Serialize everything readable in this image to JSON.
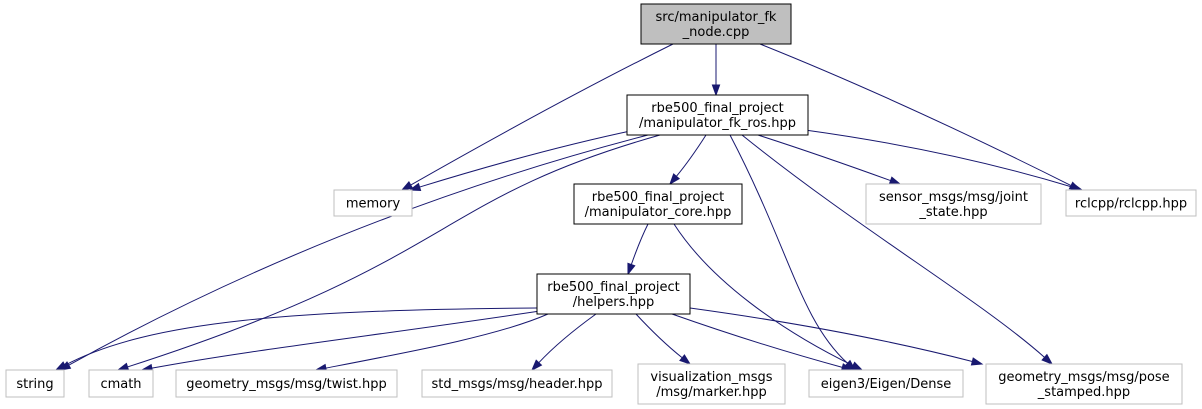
{
  "graph": {
    "colors": {
      "edge": "#191970",
      "root_fill": "#bfbfbf",
      "local_border": "#000000",
      "external_border": "#bfbfbf"
    },
    "nodes": [
      {
        "id": "fk_node",
        "kind": "root",
        "lines": [
          "src/manipulator_fk",
          "_node.cpp"
        ]
      },
      {
        "id": "fk_ros",
        "kind": "local",
        "lines": [
          "rbe500_final_project",
          "/manipulator_fk_ros.hpp"
        ]
      },
      {
        "id": "memory",
        "kind": "external",
        "lines": [
          "memory"
        ]
      },
      {
        "id": "core",
        "kind": "local",
        "lines": [
          "rbe500_final_project",
          "/manipulator_core.hpp"
        ]
      },
      {
        "id": "joint_state",
        "kind": "external",
        "lines": [
          "sensor_msgs/msg/joint",
          "_state.hpp"
        ]
      },
      {
        "id": "rclcpp",
        "kind": "external",
        "lines": [
          "rclcpp/rclcpp.hpp"
        ]
      },
      {
        "id": "helpers",
        "kind": "local",
        "lines": [
          "rbe500_final_project",
          "/helpers.hpp"
        ]
      },
      {
        "id": "string",
        "kind": "external",
        "lines": [
          "string"
        ]
      },
      {
        "id": "cmath",
        "kind": "external",
        "lines": [
          "cmath"
        ]
      },
      {
        "id": "twist",
        "kind": "external",
        "lines": [
          "geometry_msgs/msg/twist.hpp"
        ]
      },
      {
        "id": "header",
        "kind": "external",
        "lines": [
          "std_msgs/msg/header.hpp"
        ]
      },
      {
        "id": "marker",
        "kind": "external",
        "lines": [
          "visualization_msgs",
          "/msg/marker.hpp"
        ]
      },
      {
        "id": "eigen",
        "kind": "external",
        "lines": [
          "eigen3/Eigen/Dense"
        ]
      },
      {
        "id": "pose",
        "kind": "external",
        "lines": [
          "geometry_msgs/msg/pose",
          "_stamped.hpp"
        ]
      }
    ],
    "edges": [
      [
        "fk_node",
        "fk_ros"
      ],
      [
        "fk_node",
        "memory"
      ],
      [
        "fk_node",
        "rclcpp"
      ],
      [
        "fk_ros",
        "memory"
      ],
      [
        "fk_ros",
        "core"
      ],
      [
        "fk_ros",
        "joint_state"
      ],
      [
        "fk_ros",
        "rclcpp"
      ],
      [
        "fk_ros",
        "string"
      ],
      [
        "fk_ros",
        "cmath"
      ],
      [
        "fk_ros",
        "eigen"
      ],
      [
        "fk_ros",
        "pose"
      ],
      [
        "core",
        "helpers"
      ],
      [
        "core",
        "eigen"
      ],
      [
        "helpers",
        "string"
      ],
      [
        "helpers",
        "cmath"
      ],
      [
        "helpers",
        "twist"
      ],
      [
        "helpers",
        "header"
      ],
      [
        "helpers",
        "marker"
      ],
      [
        "helpers",
        "eigen"
      ],
      [
        "helpers",
        "pose"
      ]
    ]
  }
}
